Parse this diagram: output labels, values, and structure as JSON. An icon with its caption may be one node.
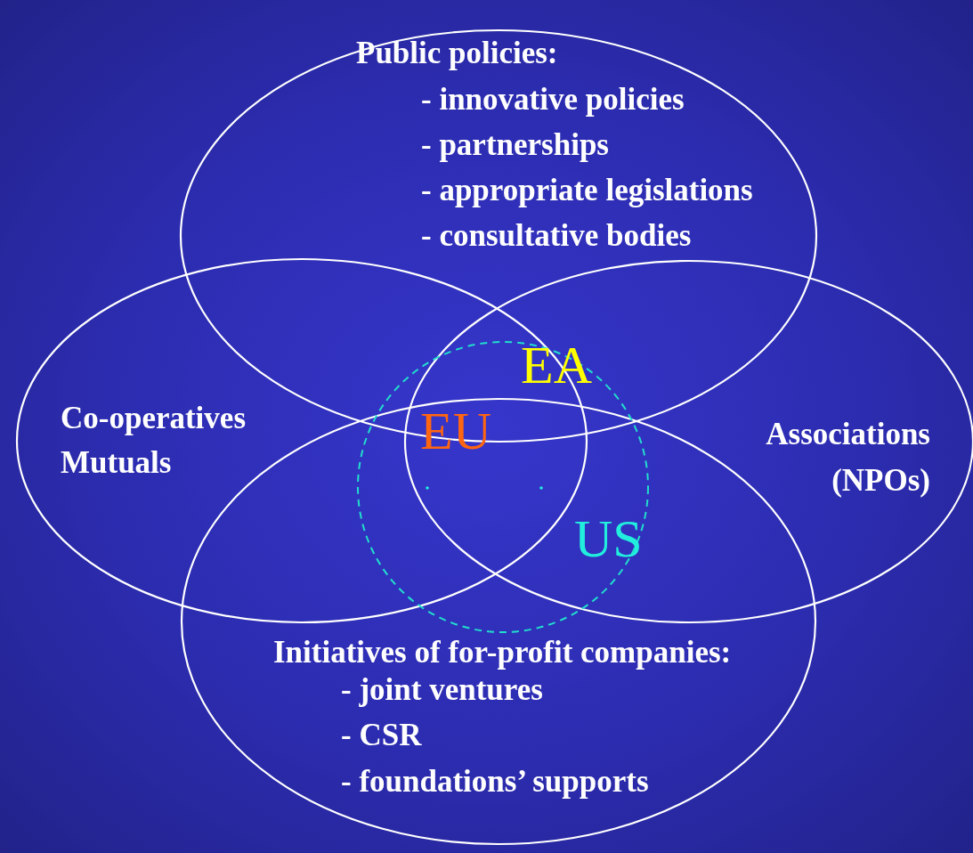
{
  "diagram": {
    "nodes": [
      {
        "text": [
          "Public policies:",
          "- innovative policies",
          "- partnerships",
          "- appropriate legislations",
          "- consultative bodies"
        ]
      },
      {
        "text": [
          "Co-operatives",
          "Mutuals"
        ]
      },
      {
        "text": [
          "Associations (NPOs)"
        ]
      },
      {
        "text": [
          "Initiatives of for-profit companies:",
          "- joint ventures",
          "- CSR",
          "- foundations’ supports"
        ]
      },
      {
        "text": [],
        "shape": "circle"
      }
    ],
    "labels": [
      "EA",
      "EU",
      "US"
    ]
  }
}
